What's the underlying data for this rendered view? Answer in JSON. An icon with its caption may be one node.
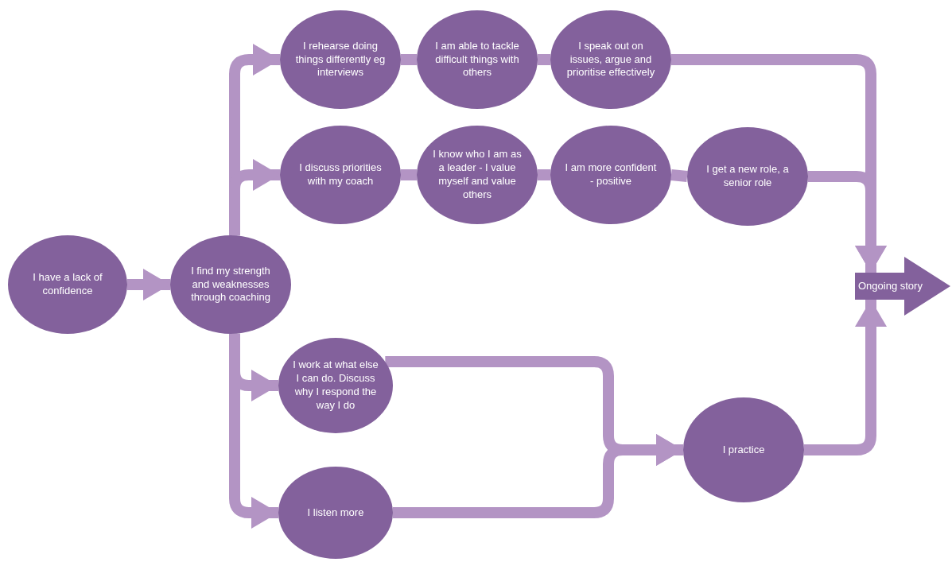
{
  "diagram": {
    "nodes": [
      {
        "text": [
          "I have a lack of confidence"
        ]
      },
      {
        "text": [
          "I find my strength and weaknesses through coaching"
        ]
      },
      {
        "text": [
          "I rehearse doing things differently eg interviews"
        ]
      },
      {
        "text": [
          "I am able to tackle difficult things with others"
        ]
      },
      {
        "text": [
          "I speak out on issues, argue and prioritise effectively"
        ]
      },
      {
        "text": [
          "I discuss priorities with my coach"
        ]
      },
      {
        "text": [
          "I know who I am as a leader - I value myself and value others"
        ]
      },
      {
        "text": [
          "I am more confident - positive"
        ]
      },
      {
        "text": [
          "I get a new role, a senior role"
        ]
      },
      {
        "text": [
          "Ongoing story"
        ]
      },
      {
        "text": [
          "I work at what else I can do. Discuss why I respond the way I do"
        ]
      },
      {
        "text": [
          "I listen more"
        ]
      },
      {
        "text": [
          "I practice"
        ]
      }
    ],
    "edges": [
      {
        "from": 0,
        "to": 1,
        "arrow": "to"
      },
      {
        "from": 1,
        "to": 2,
        "arrow": "to"
      },
      {
        "from": 1,
        "to": 5,
        "arrow": "to"
      },
      {
        "from": 1,
        "to": 10,
        "arrow": "to"
      },
      {
        "from": 1,
        "to": 11,
        "arrow": "to"
      },
      {
        "from": 2,
        "to": 3,
        "arrow": "none"
      },
      {
        "from": 3,
        "to": 4,
        "arrow": "none"
      },
      {
        "from": 5,
        "to": 6,
        "arrow": "none"
      },
      {
        "from": 6,
        "to": 7,
        "arrow": "none"
      },
      {
        "from": 7,
        "to": 8,
        "arrow": "none"
      },
      {
        "from": 4,
        "to": 9,
        "arrow": "to"
      },
      {
        "from": 8,
        "to": 9,
        "arrow": "to"
      },
      {
        "from": 10,
        "to": 12,
        "arrow": "to"
      },
      {
        "from": 11,
        "to": 12,
        "arrow": "to"
      },
      {
        "from": 12,
        "to": 9,
        "arrow": "to"
      }
    ]
  }
}
